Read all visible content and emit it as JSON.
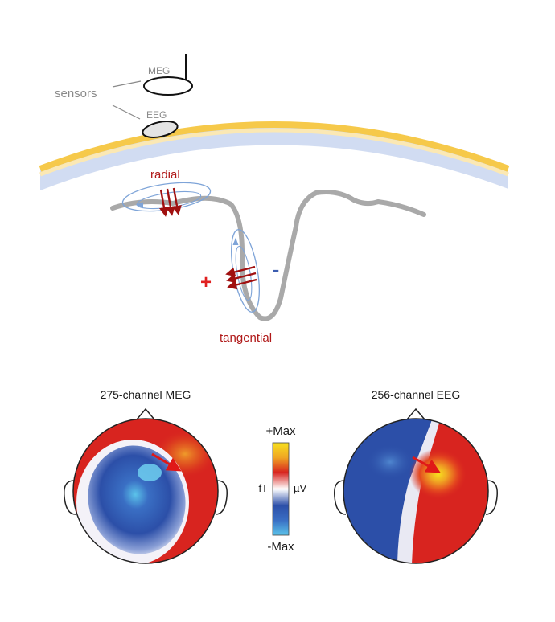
{
  "sensors": {
    "group_label": "sensors",
    "meg_label": "MEG",
    "eeg_label": "EEG"
  },
  "sources": {
    "radial_label": "radial",
    "tangential_label": "tangential",
    "plus_sign": "+",
    "minus_sign": "-"
  },
  "topomaps": {
    "meg_title": "275-channel MEG",
    "eeg_title": "256-channel EEG"
  },
  "colorbar": {
    "max_label": "+Max",
    "min_label": "-Max",
    "left_unit": "fT",
    "right_unit": "µV"
  },
  "colors": {
    "positive": "#d8241f",
    "negative": "#2c4fa8",
    "peak_pos": "#f2c21a",
    "peak_neg": "#5bc3ea",
    "skull_yellow": "#f6c94a",
    "scalp_blue": "#c9d6f0",
    "cortex_gray": "#a9a9a9",
    "current_red": "#b01818",
    "field_blue": "#7ea4d8"
  }
}
